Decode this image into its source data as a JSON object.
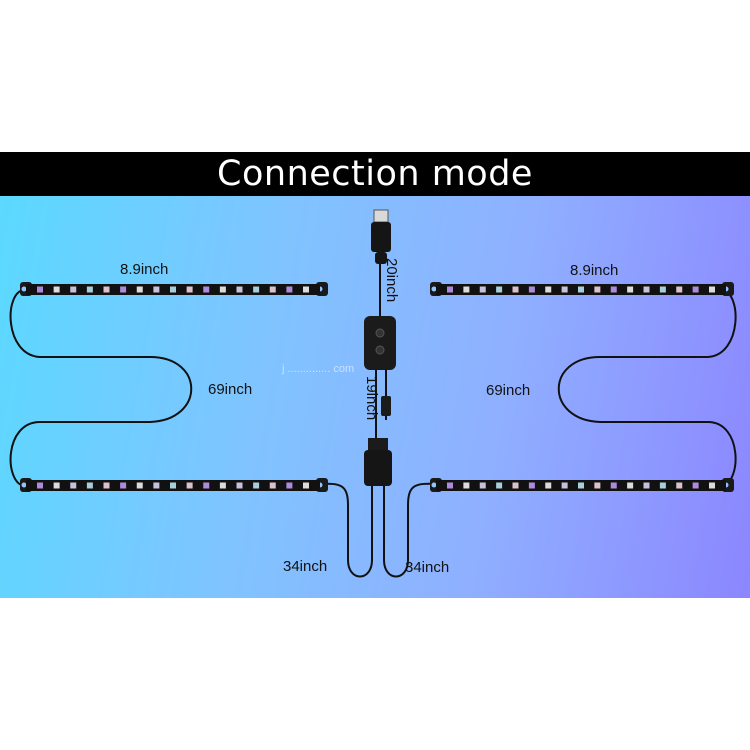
{
  "title": "Connection mode",
  "labels": {
    "strip_top_left": "8.9inch",
    "strip_top_right": "8.9inch",
    "cable_left": "69inch",
    "cable_right": "69inch",
    "usb_cable": "20inch",
    "mid_cable": "19inch",
    "branch_left": "34inch",
    "branch_right": "34inch"
  },
  "watermark": "j .............. com",
  "colors": {
    "title_bar": "#000000",
    "title_text": "#ffffff",
    "gradient_left": "#5bd9ff",
    "gradient_right": "#8c86ff",
    "strip": "#111111",
    "cable": "#111111"
  },
  "icons": [
    "usb-plug-icon",
    "controller-box-icon",
    "connector-icon",
    "led-strip-icon"
  ]
}
